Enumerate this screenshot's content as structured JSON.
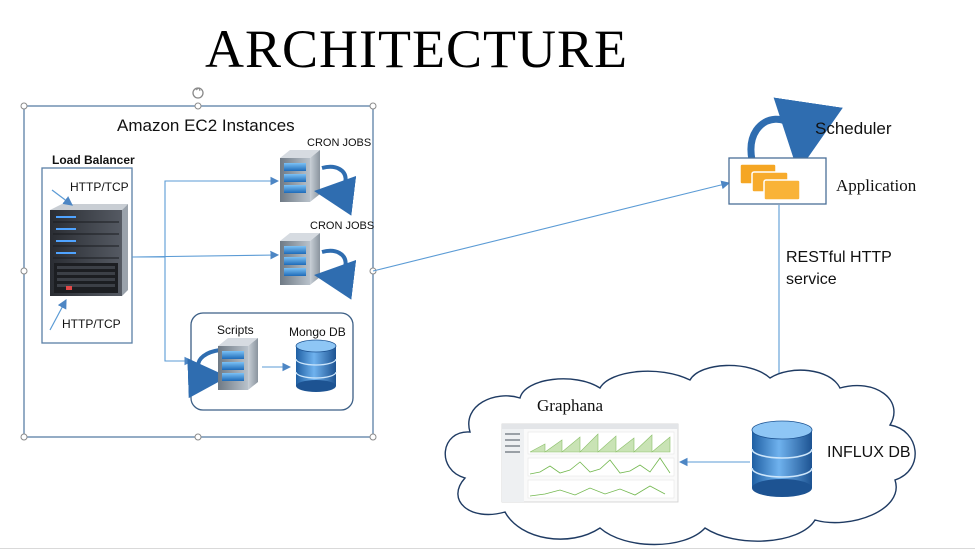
{
  "title": "ARCHITECTURE",
  "ec2": {
    "title": "Amazon EC2 Instances",
    "load_balancer": {
      "title": "Load Balancer",
      "http_in": "HTTP/TCP",
      "http_out": "HTTP/TCP"
    },
    "cron_jobs_1": "CRON JOBS",
    "cron_jobs_2": "CRON JOBS",
    "scripts": "Scripts",
    "mongo": "Mongo DB"
  },
  "scheduler": "Scheduler",
  "application": "Application",
  "restful": {
    "line1": "RESTful HTTP",
    "line2": "service"
  },
  "graphana": "Graphana",
  "influx": "INFLUX DB",
  "colors": {
    "frame": "#5b7fa6",
    "arrow": "#5b9bd5",
    "server_blue": "#2e7cc4",
    "orange": "#f5a623",
    "db_blue": "#3a7fc8"
  },
  "icons": [
    "server-icon",
    "cycle-arrow-icon",
    "database-icon",
    "window-stack-icon",
    "cloud-shape",
    "dashboard-thumbnail"
  ]
}
